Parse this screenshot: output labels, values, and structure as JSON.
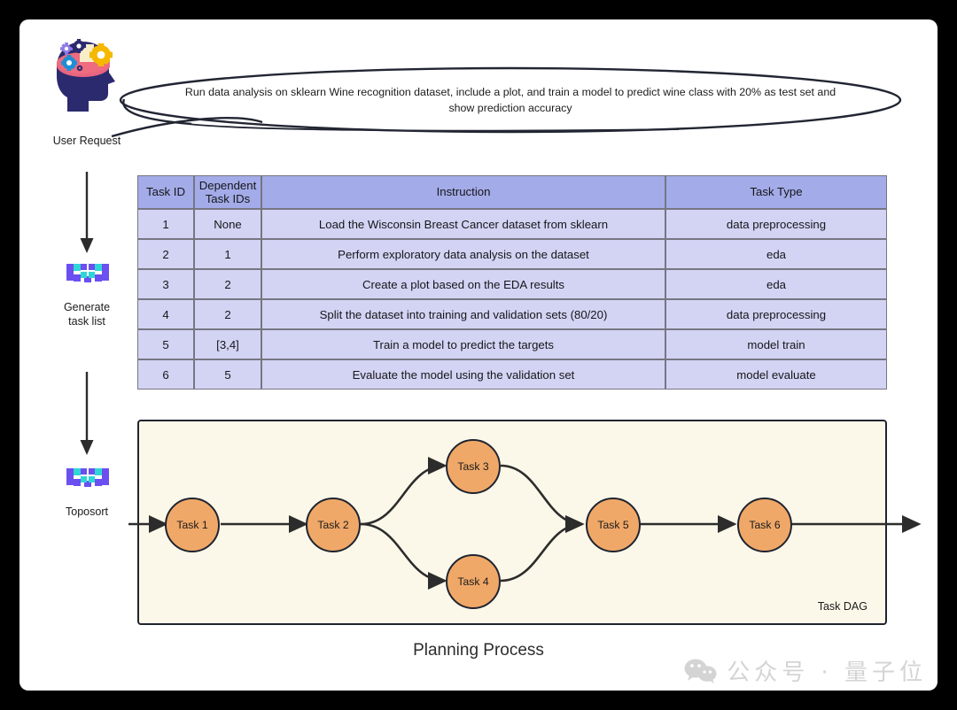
{
  "title": "Planning Process",
  "user_request": {
    "label": "User Request",
    "icon": "brain-gears-icon",
    "bubble_text": "Run data analysis on sklearn Wine recognition dataset, include a plot, and train a model to predict wine class with 20% as test set and show prediction accuracy"
  },
  "rail": {
    "steps": [
      {
        "label": "User Request",
        "icon": "brain-gears-icon"
      },
      {
        "label": "Generate\ntask list",
        "label_line1": "Generate",
        "label_line2": "task list",
        "icon": "ai-face-icon"
      },
      {
        "label": "Toposort",
        "icon": "ai-face-icon"
      }
    ],
    "arrow_icon": "down-arrow-icon"
  },
  "table": {
    "columns": [
      "Task ID",
      "Dependent Task IDs",
      "Instruction",
      "Task Type"
    ],
    "column_header_lines": {
      "dependent": [
        "Dependent",
        "Task IDs"
      ]
    },
    "rows": [
      {
        "id": "1",
        "deps": "None",
        "instruction": "Load the Wisconsin Breast Cancer dataset from sklearn",
        "type": "data preprocessing"
      },
      {
        "id": "2",
        "deps": "1",
        "instruction": "Perform exploratory data analysis on the dataset",
        "type": "eda"
      },
      {
        "id": "3",
        "deps": "2",
        "instruction": "Create a plot based on the EDA results",
        "type": "eda"
      },
      {
        "id": "4",
        "deps": "2",
        "instruction": "Split the dataset into training and validation sets (80/20)",
        "type": "data preprocessing"
      },
      {
        "id": "5",
        "deps": "[3,4]",
        "instruction": "Train a model to predict the targets",
        "type": "model train"
      },
      {
        "id": "6",
        "deps": "5",
        "instruction": "Evaluate the model using the validation set",
        "type": "model evaluate"
      }
    ]
  },
  "dag": {
    "caption": "Task DAG",
    "nodes": [
      {
        "id": "task-1",
        "label": "Task 1"
      },
      {
        "id": "task-2",
        "label": "Task 2"
      },
      {
        "id": "task-3",
        "label": "Task 3"
      },
      {
        "id": "task-4",
        "label": "Task 4"
      },
      {
        "id": "task-5",
        "label": "Task 5"
      },
      {
        "id": "task-6",
        "label": "Task 6"
      }
    ],
    "edges": [
      {
        "from": "entry",
        "to": "task-1"
      },
      {
        "from": "task-1",
        "to": "task-2"
      },
      {
        "from": "task-2",
        "to": "task-3"
      },
      {
        "from": "task-2",
        "to": "task-4"
      },
      {
        "from": "task-3",
        "to": "task-5"
      },
      {
        "from": "task-4",
        "to": "task-5"
      },
      {
        "from": "task-5",
        "to": "task-6"
      },
      {
        "from": "task-6",
        "to": "exit"
      }
    ]
  },
  "watermark": {
    "text": "公众号 · 量子位",
    "icon": "wechat-icon"
  },
  "colors": {
    "table_header": "#a3abe8",
    "table_row": "#d3d4f4",
    "table_border": "#767682",
    "dag_panel_bg": "#fbf8e9",
    "dag_node_fill": "#f0a868",
    "stroke_dark": "#1f2430",
    "canvas_bg": "#ffffff",
    "frame_bg": "#000000"
  }
}
